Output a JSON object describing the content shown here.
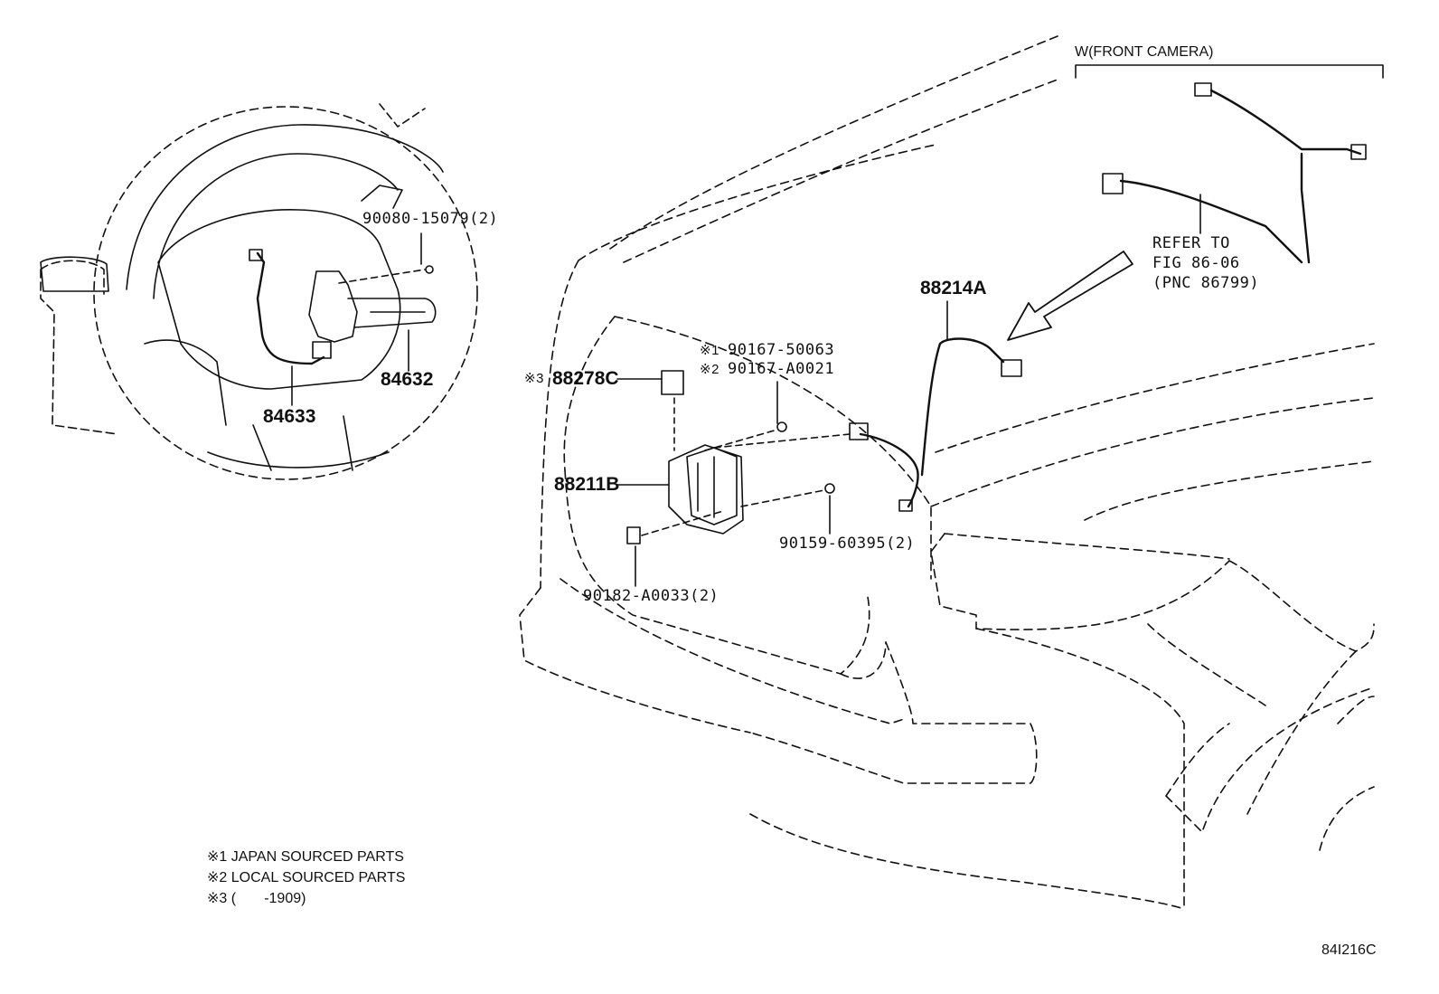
{
  "group_title": "W(FRONT CAMERA)",
  "refer_note": [
    "REFER TO",
    "FIG 86-06",
    "(PNC 86799)"
  ],
  "parts": {
    "p90080": "90080-15079(2)",
    "p84632": "84632",
    "p84633": "84633",
    "p88214A": "88214A",
    "p90167_1_mark": "※1",
    "p90167_1": "90167-50063",
    "p90167_2_mark": "※2",
    "p90167_2": "90167-A0021",
    "p88278C_mark": "※3",
    "p88278C": "88278C",
    "p88211B": "88211B",
    "p90159": "90159-60395(2)",
    "p90182": "90182-A0033(2)"
  },
  "notes": [
    "※1 JAPAN SOURCED PARTS",
    "※2 LOCAL SOURCED PARTS",
    "※3 (       -1909)"
  ],
  "figure_code": "84I216C"
}
